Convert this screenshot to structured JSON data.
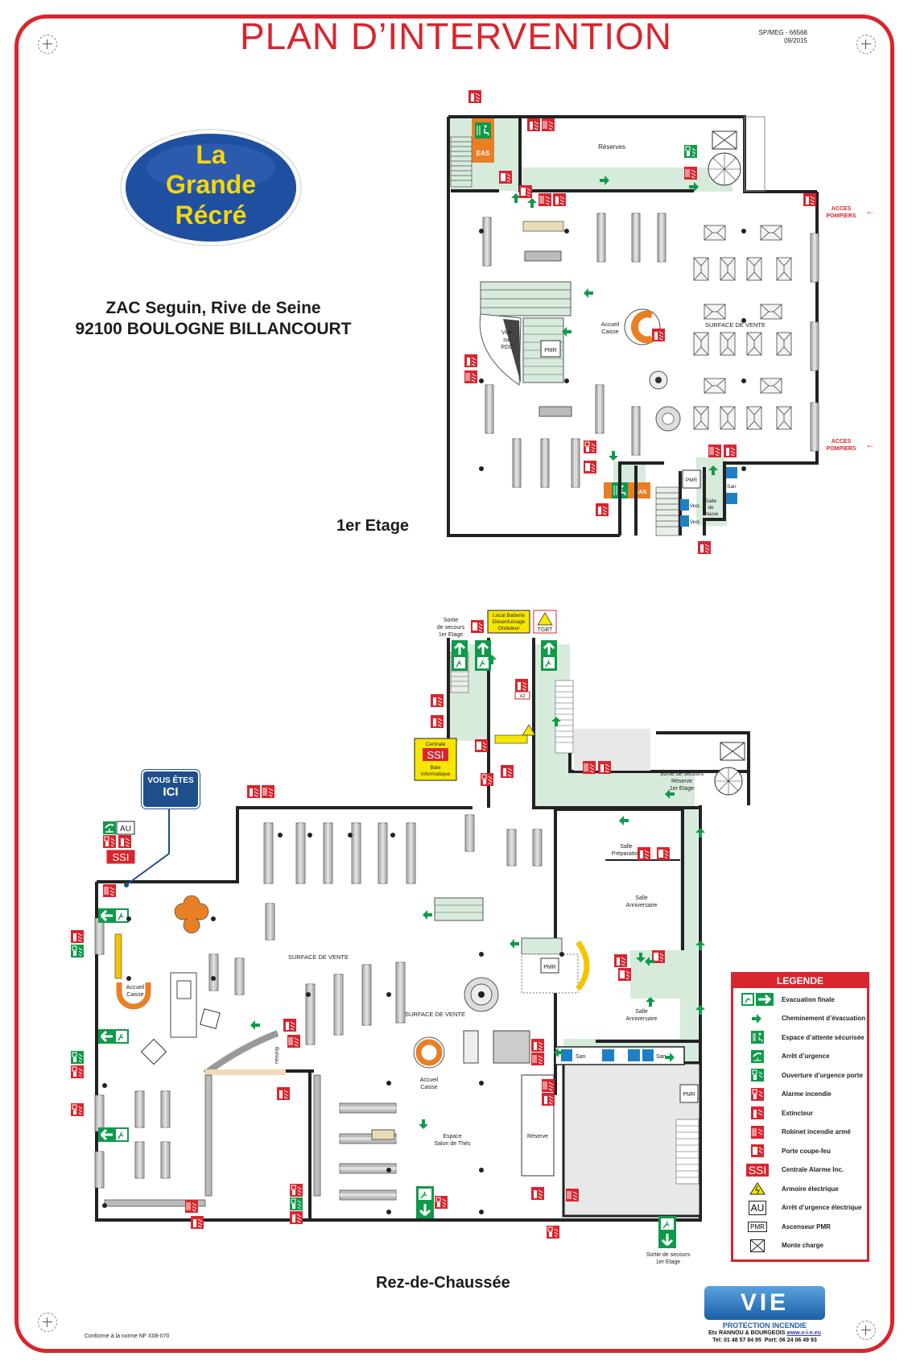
{
  "header": {
    "title": "PLAN D’INTERVENTION",
    "reference": "SP/MEG - 66568",
    "date": "09/2015"
  },
  "logo": {
    "line1": "La",
    "line2": "Grande",
    "line3": "Récré"
  },
  "address": {
    "line1": "ZAC Seguin, Rive de Seine",
    "line2": "92100 BOULOGNE BILLANCOURT"
  },
  "upper_floor": {
    "label": "1er Etage",
    "rooms": {
      "reserves": "Réserves",
      "eas_top": "EAS",
      "eas_bottom": "EAS",
      "surface": "SURFACE DE VENTE",
      "accueil1": "Accueil",
      "accueil2": "Caisse",
      "vide1": "Vide",
      "vide2": "sur",
      "vide3": "RDC",
      "pmr": "PMR",
      "pmr2": "PMR",
      "san": "San",
      "vest1": "Vest.",
      "vest2": "Vest.",
      "pause1": "Salle",
      "pause2": "de",
      "pause3": "Pause"
    },
    "acces1a": "ACCES",
    "acces1b": "POMPIERS",
    "acces2a": "ACCES",
    "acces2b": "POMPIERS"
  },
  "ground_floor": {
    "label": "Rez-de-Chaussée",
    "you_are_here_line1": "VOUS ÊTES",
    "you_are_here_line2": "ICI",
    "rooms": {
      "sortie_a1": "Sortie",
      "sortie_a2": "de secours",
      "sortie_a3": "1er Etage",
      "local1": "Local Batterie",
      "local2": "Désenfumage",
      "local3": "Onduleur",
      "tgbt": "TGBT",
      "x2": "x2",
      "centrale": "Centrale",
      "ssi": "SSI",
      "baie1": "Baie",
      "baie2": "Informatique",
      "sortie_b1": "Sortie de secours",
      "sortie_b2": "Réserve",
      "sortie_b3": "1er Etage",
      "prep1": "Salle",
      "prep2": "Préparation",
      "anniv1a": "Salle",
      "anniv1b": "Anniversaire",
      "anniv2a": "Salle",
      "anniv2b": "Anniversaire",
      "surface1": "SURFACE DE VENTE",
      "surface2": "SURFACE DE VENTE",
      "accueil_l1": "Accueil",
      "accueil_l2": "Caisse",
      "accueil_c1": "Accueil",
      "accueil_c2": "Caisse",
      "salon1": "Espace",
      "salon2": "Salon de Thés",
      "reserve": "Réserve",
      "bureau": "Bureau",
      "pmr": "PMR",
      "pmr2": "PMR",
      "san1": "San",
      "san2": "San",
      "au": "AU",
      "ssi_left": "SSI",
      "sortie_c1": "Sortie de secours",
      "sortie_c2": "1er Etage"
    }
  },
  "legend": {
    "title": "LEGENDE",
    "items": [
      {
        "label": "Evacuation finale",
        "icon": "exit-final-icon"
      },
      {
        "label": "Cheminement d’évacuation",
        "icon": "evacuation-arrow-icon"
      },
      {
        "label": "Espace d’attente sécurisée",
        "icon": "safe-waiting-area-icon"
      },
      {
        "label": "Arrêt d’urgence",
        "icon": "emergency-stop-icon"
      },
      {
        "label": "Ouverture d’urgence porte",
        "icon": "emergency-door-release-icon"
      },
      {
        "label": "Alarme incendie",
        "icon": "fire-alarm-icon"
      },
      {
        "label": "Extincteur",
        "icon": "extinguisher-icon"
      },
      {
        "label": "Robinet incendie armé",
        "icon": "fire-hose-icon"
      },
      {
        "label": "Porte coupe-feu",
        "icon": "fire-door-icon"
      },
      {
        "label": "Centrale Alarme Inc.",
        "icon": "ssi-icon",
        "badge": "SSI"
      },
      {
        "label": "Armoire électrique",
        "icon": "electrical-cabinet-icon"
      },
      {
        "label": "Arrêt d’urgence électrique",
        "icon": "electrical-emergency-stop-icon",
        "badge": "AU"
      },
      {
        "label": "Ascenseur PMR",
        "icon": "pmr-elevator-icon",
        "badge": "PMR"
      },
      {
        "label": "Monte charge",
        "icon": "freight-elevator-icon"
      }
    ]
  },
  "footer": {
    "norme": "Conforme à la norme NF X08-070",
    "brand": "VIE",
    "tagline": "PROTECTION INCENDIE",
    "company": "Ets RANNOU & BOURGEOIS",
    "website": "www.v-i-e.eu",
    "tel_label": "Tel:",
    "tel": "01 48 57 84 95",
    "port_label": "Port:",
    "port": "06 24 06 49 93"
  },
  "colors": {
    "brand_red": "#d9252e",
    "safety_green": "#0f9a4a",
    "corridor_green": "#d7ebdc",
    "eas_orange": "#e97f25",
    "info_blue": "#1e4f8c",
    "sign_yellow": "#f7e600"
  }
}
